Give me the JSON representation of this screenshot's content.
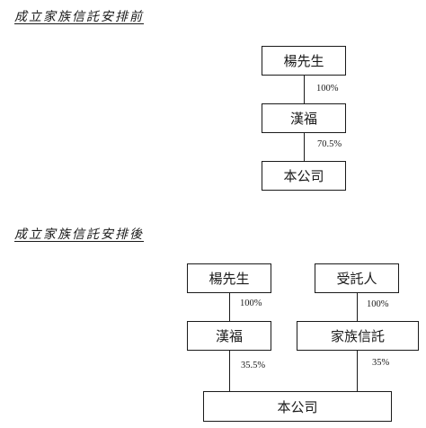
{
  "before": {
    "heading": "成立家族信託安排前",
    "boxes": {
      "yeung": "楊先生",
      "hon_fook": "漢福",
      "company": "本公司"
    },
    "percentages": {
      "yeung_to_hon_fook": "100%",
      "hon_fook_to_company": "70.5%"
    }
  },
  "after": {
    "heading": "成立家族信託安排後",
    "boxes": {
      "yeung": "楊先生",
      "trustee": "受託人",
      "hon_fook": "漢福",
      "family_trust": "家族信託",
      "company": "本公司"
    },
    "percentages": {
      "yeung_to_hon_fook": "100%",
      "trustee_to_family_trust": "100%",
      "hon_fook_to_company": "35.5%",
      "family_trust_to_company": "35%"
    }
  }
}
